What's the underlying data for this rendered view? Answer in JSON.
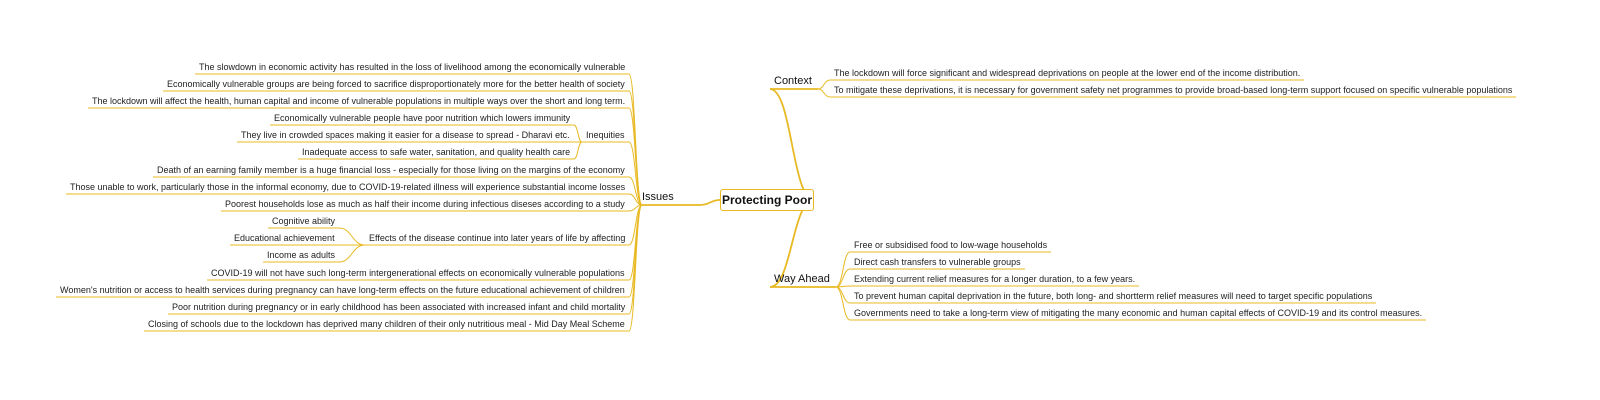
{
  "root": "Protecting Poor",
  "colors": {
    "line": "#e8b923",
    "text": "#222222"
  },
  "left": {
    "label": "Issues",
    "children": [
      {
        "text": "The slowdown in economic activity has resulted in the loss of livelihood among the economically vulnerable"
      },
      {
        "text": "Economically vulnerable groups are being forced to sacrifice disproportionately more for the better health of society"
      },
      {
        "text": "The lockdown will affect the health, human capital and income of vulnerable populations in multiple ways over the short and long term."
      },
      {
        "text": "Inequities",
        "children": [
          "Economically vulnerable people have poor nutrition which lowers immunity",
          "They live in crowded spaces making it easier for a disease to spread - Dharavi etc.",
          "Inadequate access to safe water, sanitation, and quality health care"
        ]
      },
      {
        "text": "Death of an earning family member is a huge financial loss - especially for those living on the margins of the economy"
      },
      {
        "text": "Those unable to work, particularly those in the informal economy, due to COVID-19-related illness will experience substantial income losses"
      },
      {
        "text": "Poorest households lose as much as half their income during infectious diseses according to a study"
      },
      {
        "text": "Effects of the disease continue into later years of life by affecting",
        "children": [
          "Cognitive ability",
          "Educational achievement",
          "Income as adults"
        ]
      },
      {
        "text": "COVID-19 will not have such long-term intergenerational effects on economically vulnerable populations"
      },
      {
        "text": "Women's nutrition or access to health services during pregnancy can have long-term effects on the future educational achievement of children"
      },
      {
        "text": "Poor nutrition during pregnancy or in early childhood has been associated with increased infant and child mortality"
      },
      {
        "text": "Closing of schools due to the lockdown has deprived many children of their only nutritious meal - Mid Day Meal Scheme"
      }
    ]
  },
  "right": [
    {
      "label": "Context",
      "children": [
        "The lockdown will force significant and widespread deprivations on people at the lower end of the income distribution.",
        "To mitigate these deprivations, it is necessary for government safety net programmes to provide broad-based long-term support focused on specific vulnerable populations"
      ]
    },
    {
      "label": "Way Ahead",
      "children": [
        "Free or subsidised food to low-wage households",
        "Direct cash transfers to vulnerable groups",
        "Extending current relief measures for a longer duration, to a few years.",
        "To prevent human capital deprivation in the future, both long- and shortterm relief measures will need to target specific populations",
        "Governments need to take a long-term view of mitigating the many economic and human capital effects of COVID-19 and its control measures."
      ]
    }
  ]
}
